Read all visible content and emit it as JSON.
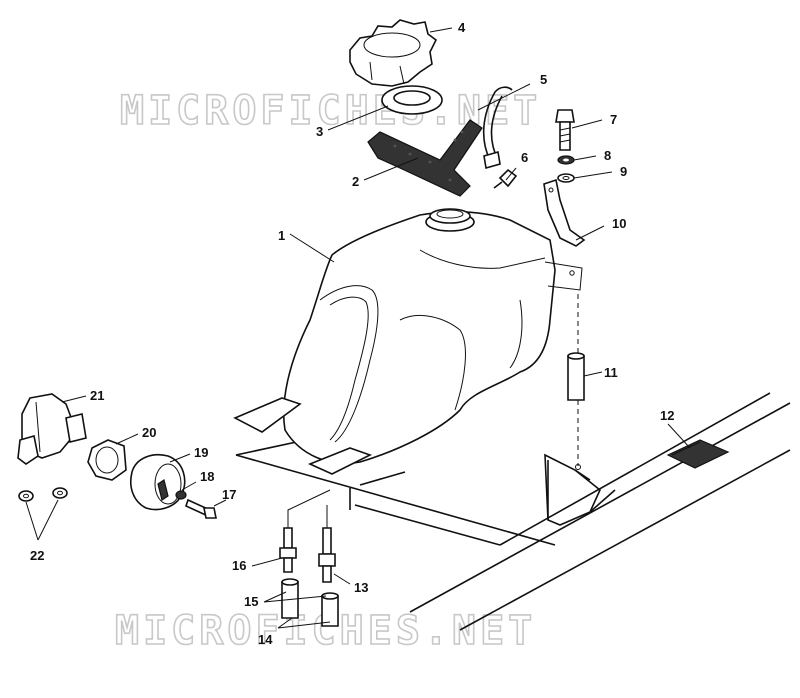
{
  "watermark": {
    "top": "MICROFICHES.NET",
    "bottom": "MICROFICHES.NET"
  },
  "callouts": {
    "c1": "1",
    "c2": "2",
    "c3": "3",
    "c4": "4",
    "c5": "5",
    "c6": "6",
    "c7": "7",
    "c8": "8",
    "c9": "9",
    "c10": "10",
    "c11": "11",
    "c12": "12",
    "c13": "13",
    "c14": "14",
    "c15": "15",
    "c16": "16",
    "c17": "17",
    "c18": "18",
    "c19": "19",
    "c20": "20",
    "c21": "21",
    "c22": "22"
  },
  "colors": {
    "ink": "#111111",
    "watermark": "#c8c8c8",
    "background": "#ffffff"
  }
}
